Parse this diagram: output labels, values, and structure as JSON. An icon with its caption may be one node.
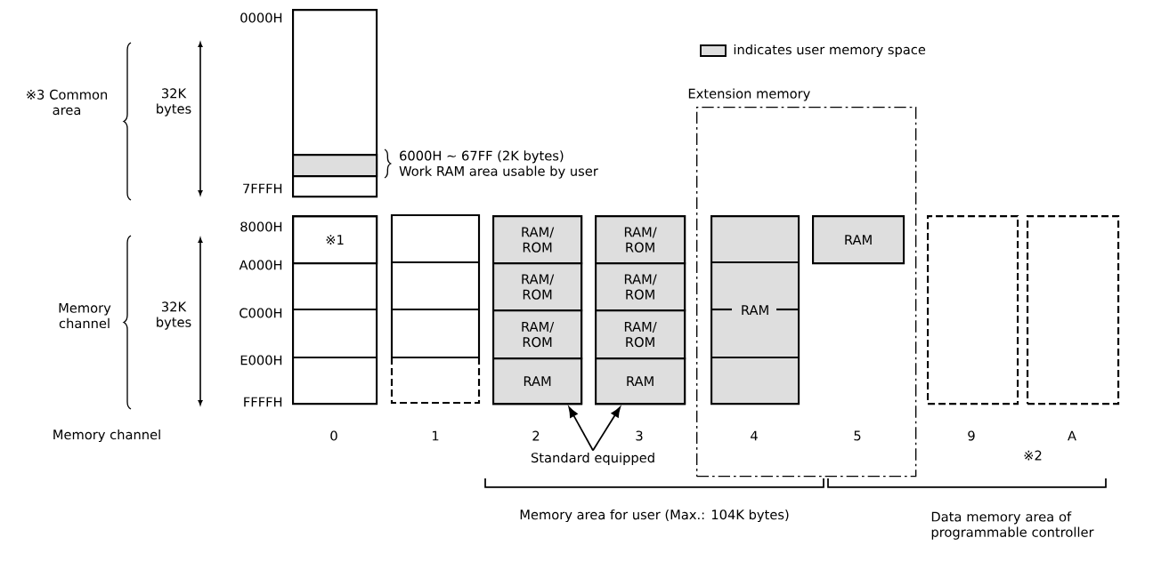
{
  "diagram": {
    "nodes": [
      {
        "text": [],
        "shape": "box"
      },
      {
        "text": [],
        "shape": "bar",
        "in": 0,
        "beside": [
          "6000H ~ 67FF (2K bytes)",
          "Work RAM area usable by user"
        ]
      },
      {
        "text": [],
        "shape": "box"
      },
      {
        "text": [
          "※1"
        ],
        "in": 2
      },
      {
        "text": [],
        "shape": "box"
      },
      {
        "text": [],
        "shape": "box"
      },
      {
        "text": [
          "RAM/ ROM"
        ],
        "in": 5
      },
      {
        "text": [
          "RAM/ ROM"
        ],
        "in": 5
      },
      {
        "text": [
          "RAM/ ROM"
        ],
        "in": 5
      },
      {
        "text": [
          "RAM"
        ],
        "in": 5
      },
      {
        "text": [],
        "shape": "box"
      },
      {
        "text": [
          "RAM/ ROM"
        ],
        "in": 10
      },
      {
        "text": [
          "RAM/ ROM"
        ],
        "in": 10
      },
      {
        "text": [
          "RAM/ ROM"
        ],
        "in": 10
      },
      {
        "text": [
          "RAM"
        ],
        "in": 10
      },
      {
        "text": [
          "Extension memory"
        ]
      },
      {
        "text": [
          "RAM"
        ],
        "in": 15
      },
      {
        "text": [
          "RAM"
        ],
        "in": 15
      },
      {
        "text": [],
        "shape": "box"
      },
      {
        "text": [],
        "shape": "box"
      },
      {
        "text": [
          "Standard equipped"
        ]
      }
    ],
    "edges": [
      {
        "from": 20,
        "to": 5,
        "arrow": "to"
      },
      {
        "from": 20,
        "to": 10,
        "arrow": "to"
      }
    ],
    "labels": [
      "0000H",
      "※3 Common area",
      "32K bytes",
      "7FFFH",
      "8000H",
      "A000H",
      "Memory channel",
      "32K bytes",
      "C000H",
      "E000H",
      "FFFFH",
      "Memory channel",
      "0",
      "1",
      "2",
      "3",
      "4",
      "5",
      "9",
      "A",
      "※2",
      "Memory area for user (Max.: 104K bytes)",
      "Data memory area of programmable controller"
    ],
    "legend": [
      {
        "text": "indicates user memory space",
        "color": "#dedede"
      }
    ]
  }
}
